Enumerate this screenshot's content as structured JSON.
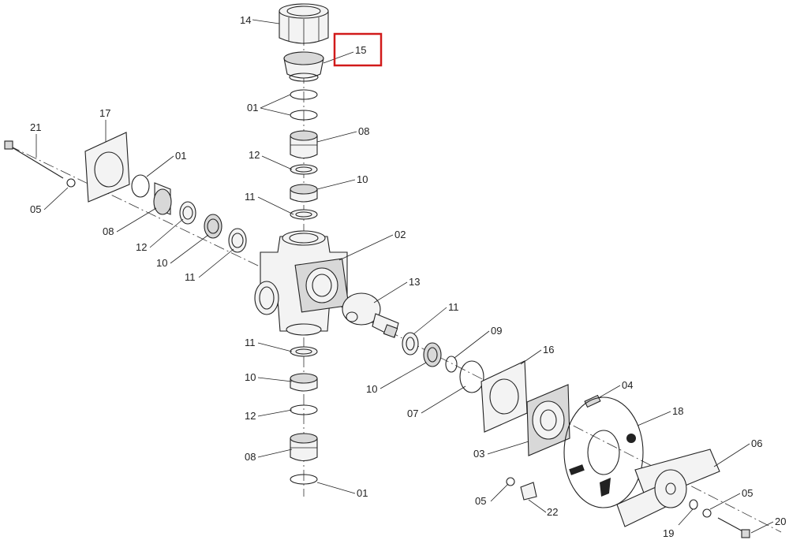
{
  "diagram": {
    "highlight_color": "#d11a1a",
    "highlighted_label": "15",
    "callouts": [
      "14",
      "15",
      "01",
      "08",
      "12",
      "10",
      "11",
      "02",
      "13",
      "11",
      "09",
      "11",
      "10",
      "10",
      "16",
      "07",
      "12",
      "04",
      "08",
      "18",
      "03",
      "06",
      "01",
      "05",
      "22",
      "05",
      "19",
      "20",
      "21",
      "17",
      "01",
      "05",
      "08",
      "12",
      "10",
      "11"
    ]
  }
}
